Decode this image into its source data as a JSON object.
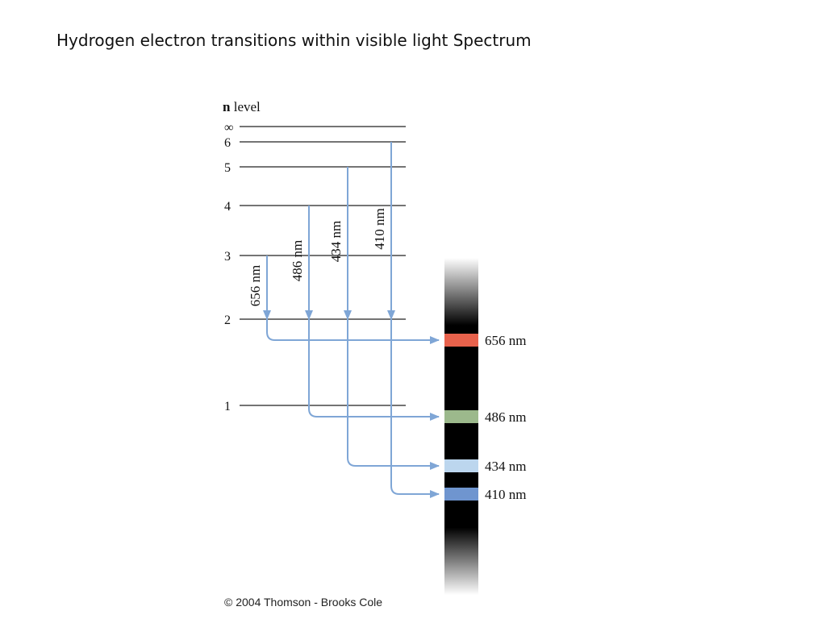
{
  "title": "Hydrogen electron transitions within visible light Spectrum",
  "diagram": {
    "axis_label_bold": "n",
    "axis_label_rest": " level",
    "levels": [
      {
        "label": "∞"
      },
      {
        "label": "6"
      },
      {
        "label": "5"
      },
      {
        "label": "4"
      },
      {
        "label": "3"
      },
      {
        "label": "2"
      },
      {
        "label": "1"
      }
    ],
    "transitions": [
      {
        "from": "3",
        "to": "2",
        "label": "656 nm"
      },
      {
        "from": "4",
        "to": "2",
        "label": "486 nm"
      },
      {
        "from": "5",
        "to": "2",
        "label": "434 nm"
      },
      {
        "from": "6",
        "to": "2",
        "label": "410 nm"
      }
    ],
    "spectrum_lines": [
      {
        "label": "656 nm",
        "color": "#e8624c"
      },
      {
        "label": "486 nm",
        "color": "#9cb98c"
      },
      {
        "label": "434 nm",
        "color": "#bcd6ee"
      },
      {
        "label": "410 nm",
        "color": "#6f95cf"
      }
    ],
    "arrow_color": "#7fa6d6",
    "level_line_color": "#222222"
  },
  "copyright": "© 2004 Thomson - Brooks Cole"
}
